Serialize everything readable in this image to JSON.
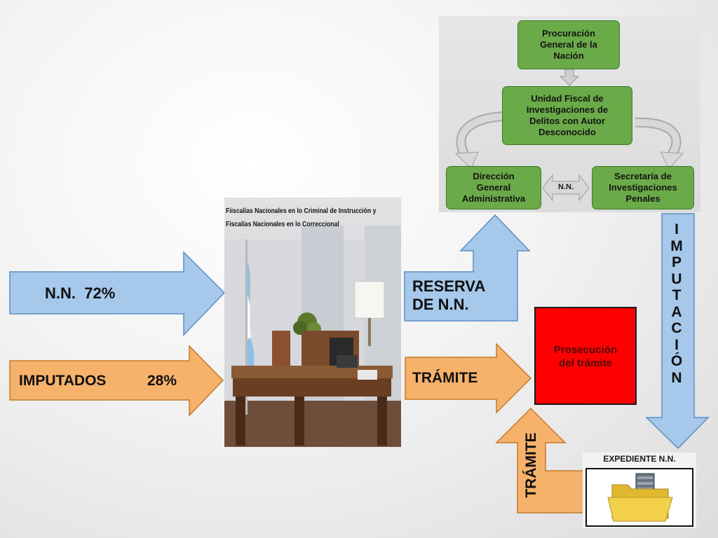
{
  "org_chart": {
    "procuracion": "Procuración\nGeneral de la\nNación",
    "unidad_fiscal": "Unidad Fiscal de\nInvestigaciones de\nDelitos con Autor\nDesconocido",
    "direccion": "Dirección\nGeneral\nAdministrativa",
    "secretaria": "Secretaría de\nInvestigaciones\nPenales",
    "link_label": "N.N."
  },
  "inputs": {
    "nn": "N.N.  72%",
    "imputados": "IMPUTADOS",
    "imputados_pct": "28%"
  },
  "photo": {
    "caption": "Fiiscalías Nacionales en lo Criminal de Instrucción y\nFiscalías Nacionales en lo Correccional"
  },
  "outputs": {
    "reserva": "RESERVA\nDE N.N.",
    "tramite": "TRÁMITE",
    "tramite_vertical": "TRÁMITE",
    "imputacion": "IMPUTACIÓN"
  },
  "prosecucion": "Prosecución\ndel trámite",
  "expediente": "EXPEDIENTE N.N.",
  "colors": {
    "blue_arrow": "#a6c8ea",
    "orange_arrow": "#f6b26b",
    "green_box": "#6aaa48",
    "red_box": "#ff0000"
  }
}
